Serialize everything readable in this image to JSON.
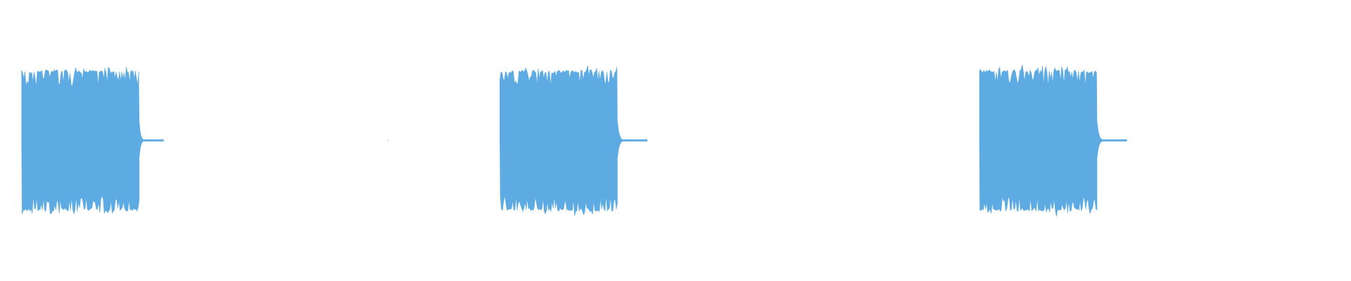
{
  "colors": {
    "background": "#ffffff",
    "waveform": "#5dabe2"
  },
  "chart_data": {
    "type": "area",
    "title": "",
    "xlabel": "",
    "ylabel": "",
    "grid": false,
    "legend": "none",
    "x_range": [
      0,
      100
    ],
    "y_range": [
      -1,
      1
    ],
    "series": [
      {
        "bursts": [
          {
            "start": 1.6,
            "end": 10.3,
            "amplitude": 0.8,
            "tail_end": 12.1,
            "tail_amplitude": 0.01
          },
          {
            "start": 37.0,
            "end": 45.7,
            "amplitude": 0.8,
            "tail_end": 47.9,
            "tail_amplitude": 0.01
          },
          {
            "start": 72.5,
            "end": 81.2,
            "amplitude": 0.8,
            "tail_end": 83.4,
            "tail_amplitude": 0.01
          }
        ],
        "blips": [
          {
            "x": 28.7,
            "amplitude": 0.004
          }
        ]
      }
    ]
  }
}
